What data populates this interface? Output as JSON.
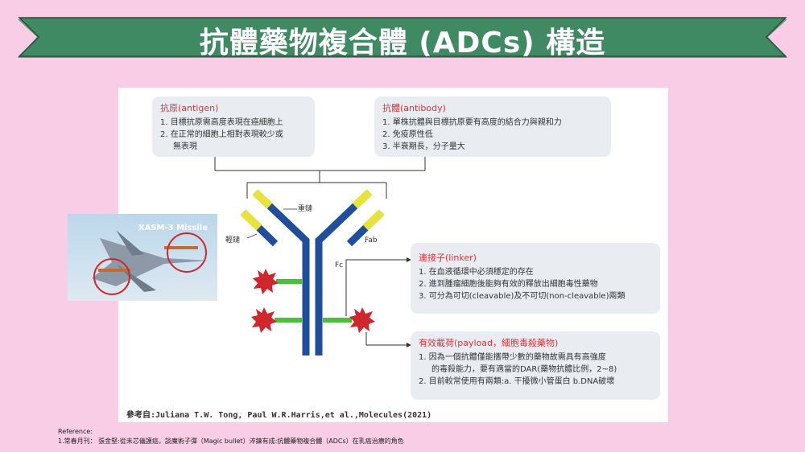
{
  "title": "抗體藥物複合體 (ADCs) 構造",
  "antigen": {
    "heading": "抗原(antigen)",
    "items": [
      "1. 目標抗原需高度表現在癌細胞上",
      "2. 在正常的細胞上相對表現較少或",
      "無表現"
    ]
  },
  "antibody": {
    "heading": "抗體(antibody)",
    "items": [
      "1. 單株抗體與目標抗原要有高度的結合力與親和力",
      "2. 免疫原性低",
      "3. 半衰期長，分子量大"
    ]
  },
  "linker": {
    "heading": "連接子(linker)",
    "items": [
      "1. 在血液循環中必須穩定的存在",
      "2. 進到腫瘤細胞後能夠有效的釋放出細胞毒性藥物",
      "3. 可分為可切(cleavable)及不可切(non-cleavable)兩類"
    ]
  },
  "payload": {
    "heading": "有效載荷(payload，細胞毒殺藥物)",
    "items": [
      "1. 因為一個抗體僅能攜帶少數的藥物故需具有高強度",
      "的毒殺能力，要有適當的DAR(藥物抗體比例，2~8)",
      "2. 目前較常使用有兩類:a. 干擾微小管蛋白  b.DNA破壞"
    ]
  },
  "labels": {
    "heavy_chain": "重鏈",
    "light_chain": "輕鏈",
    "fab": "Fab",
    "fc": "Fc"
  },
  "citation": "參考自:Juliana T.W. Tong, Paul W.R.Harris,et al.,Molecules(2021)",
  "missile_label": "XASM-3 Missile",
  "reference": {
    "heading": "Reference:",
    "line": "1.常春月刊： 張金堅:從未芯儀護癌，談魔術子彈（Magic bullet）淬鍊有成:抗體藥物複合體（ADCs）在乳癌治療的角色"
  },
  "colors": {
    "banner": "#3f8a63",
    "heavy_chain": "#1f4e9c",
    "light_chain": "#e8e23c",
    "linker": "#4cbf3a",
    "payload": "#d0262e",
    "box_heading": "#d9363e"
  }
}
